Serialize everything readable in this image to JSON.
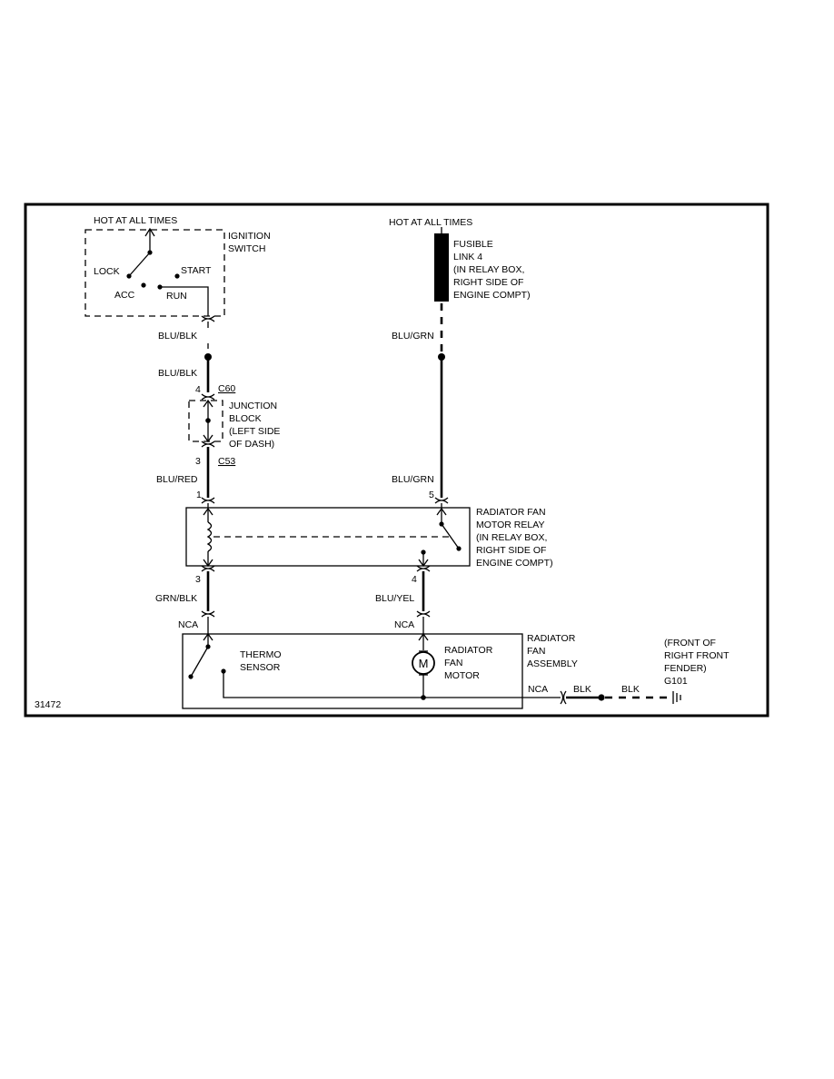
{
  "diagram_id": "31472",
  "power": {
    "left_label": "HOT AT ALL TIMES",
    "right_label": "HOT AT ALL TIMES"
  },
  "ignition_switch": {
    "name_line1": "IGNITION",
    "name_line2": "SWITCH",
    "pos_lock": "LOCK",
    "pos_start": "START",
    "pos_acc": "ACC",
    "pos_run": "RUN"
  },
  "fusible_link": {
    "line1": "FUSIBLE",
    "line2": "LINK 4",
    "line3": "(IN RELAY BOX,",
    "line4": "RIGHT SIDE OF",
    "line5": "ENGINE COMPT)"
  },
  "wires": {
    "left_upper_1": "BLU/BLK",
    "left_upper_2": "BLU/BLK",
    "left_mid": "BLU/RED",
    "left_lower": "GRN/BLK",
    "right_upper": "BLU/GRN",
    "right_mid": "BLU/GRN",
    "right_lower": "BLU/YEL",
    "ground_1": "BLK",
    "ground_2": "BLK"
  },
  "connectors": {
    "c60": "C60",
    "c53": "C53",
    "pin_c60": "4",
    "pin_c53": "3",
    "relay_pin_1": "1",
    "relay_pin_5": "5",
    "relay_pin_3": "3",
    "relay_pin_4": "4",
    "nca_left": "NCA",
    "nca_right": "NCA",
    "nca_ground": "NCA"
  },
  "junction_block": {
    "line1": "JUNCTION",
    "line2": "BLOCK",
    "line3": "(LEFT SIDE",
    "line4": "OF DASH)"
  },
  "relay": {
    "line1": "RADIATOR FAN",
    "line2": "MOTOR RELAY",
    "line3": "(IN RELAY BOX,",
    "line4": "RIGHT SIDE OF",
    "line5": "ENGINE COMPT)"
  },
  "fan_assembly": {
    "line1": "RADIATOR",
    "line2": "FAN",
    "line3": "ASSEMBLY",
    "thermo_line1": "THERMO",
    "thermo_line2": "SENSOR",
    "motor_line1": "RADIATOR",
    "motor_line2": "FAN",
    "motor_line3": "MOTOR",
    "motor_symbol": "M"
  },
  "ground": {
    "line1": "(FRONT OF",
    "line2": "RIGHT FRONT",
    "line3": "FENDER)",
    "id": "G101"
  }
}
